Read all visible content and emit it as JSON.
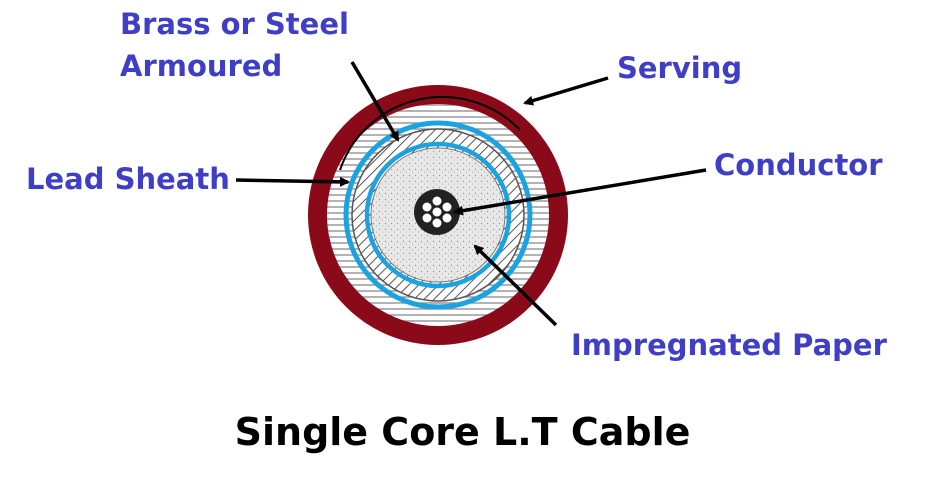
{
  "diagram": {
    "title": "Single Core L.T Cable",
    "labels": {
      "armour_line1": "Brass or Steel",
      "armour_line2": "Armoured",
      "serving": "Serving",
      "lead_sheath": "Lead Sheath",
      "conductor": "Conductor",
      "impregnated_paper": "Impregnated Paper"
    },
    "colors": {
      "serving": "#8b0a1a",
      "lead_sheath": "#1aa3e0",
      "label_text": "#3f3fc6",
      "title_text": "#000000",
      "arrow": "#000000"
    }
  }
}
